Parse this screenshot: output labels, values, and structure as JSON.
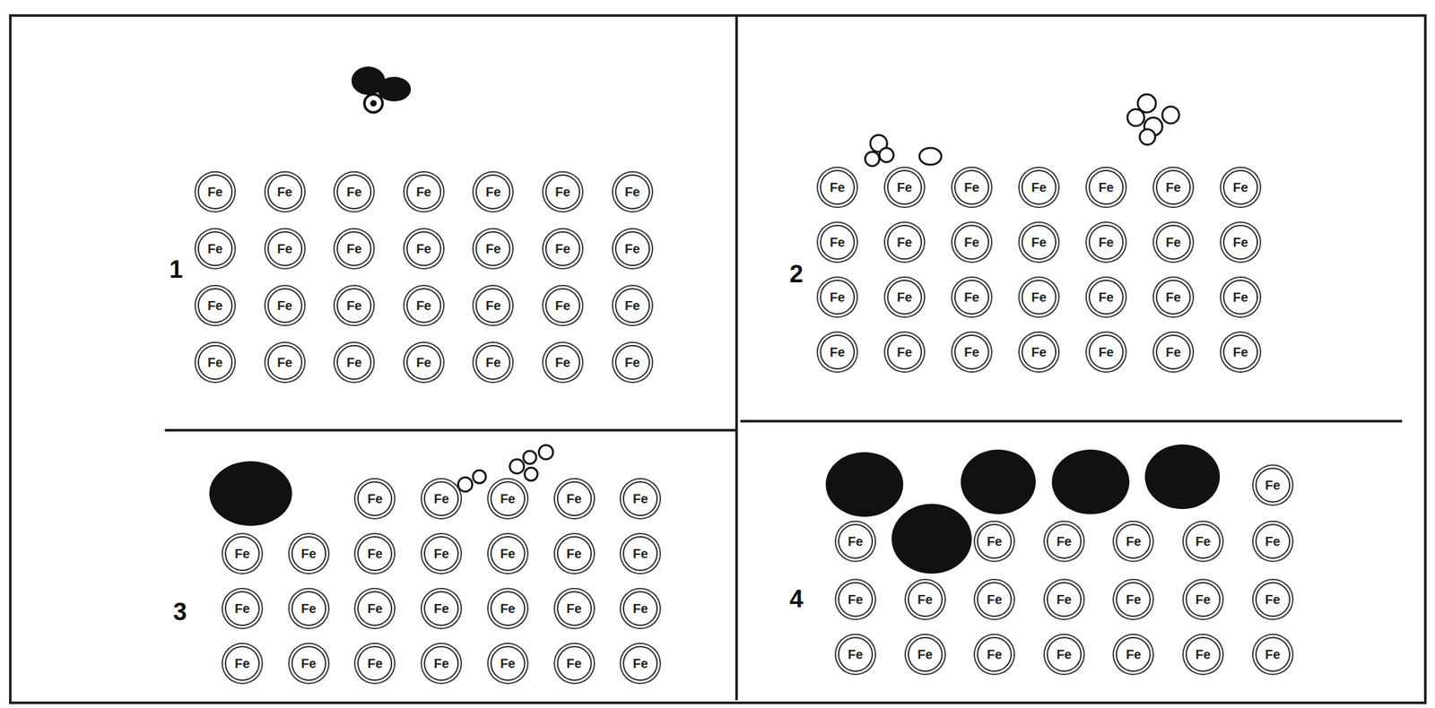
{
  "diagram": {
    "nodes": [
      {
        "text": [
          "Fe"
        ]
      },
      {
        "text": [
          "Fe"
        ]
      },
      {
        "text": [
          "Fe"
        ]
      },
      {
        "text": [
          "Fe"
        ]
      },
      {
        "text": [
          "Fe"
        ]
      },
      {
        "text": [
          "Fe"
        ]
      },
      {
        "text": [
          "Fe"
        ]
      },
      {
        "text": [
          "Fe"
        ]
      },
      {
        "text": [
          "Fe"
        ]
      },
      {
        "text": [
          "Fe"
        ]
      },
      {
        "text": [
          "Fe"
        ]
      },
      {
        "text": [
          "Fe"
        ]
      },
      {
        "text": [
          "Fe"
        ]
      },
      {
        "text": [
          "Fe"
        ]
      },
      {
        "text": [
          "Fe"
        ]
      },
      {
        "text": [
          "Fe"
        ]
      },
      {
        "text": [
          "Fe"
        ]
      },
      {
        "text": [
          "Fe"
        ]
      },
      {
        "text": [
          "Fe"
        ]
      },
      {
        "text": [
          "Fe"
        ]
      },
      {
        "text": [
          "Fe"
        ]
      },
      {
        "text": [
          "Fe"
        ]
      },
      {
        "text": [
          "Fe"
        ]
      },
      {
        "text": [
          "Fe"
        ]
      },
      {
        "text": [
          "Fe"
        ]
      },
      {
        "text": [
          "Fe"
        ]
      },
      {
        "text": [
          "Fe"
        ]
      },
      {
        "text": [
          "Fe"
        ]
      },
      {
        "text": [
          "Fe"
        ]
      },
      {
        "text": [
          "Fe"
        ]
      },
      {
        "text": [
          "Fe"
        ]
      },
      {
        "text": [
          "Fe"
        ]
      },
      {
        "text": [
          "Fe"
        ]
      },
      {
        "text": [
          "Fe"
        ]
      },
      {
        "text": [
          "Fe"
        ]
      },
      {
        "text": [
          "Fe"
        ]
      },
      {
        "text": [
          "Fe"
        ]
      },
      {
        "text": [
          "Fe"
        ]
      },
      {
        "text": [
          "Fe"
        ]
      },
      {
        "text": [
          "Fe"
        ]
      },
      {
        "text": [
          "Fe"
        ]
      },
      {
        "text": [
          "Fe"
        ]
      },
      {
        "text": [
          "Fe"
        ]
      },
      {
        "text": [
          "Fe"
        ]
      },
      {
        "text": [
          "Fe"
        ]
      },
      {
        "text": [
          "Fe"
        ]
      },
      {
        "text": [
          "Fe"
        ]
      },
      {
        "text": [
          "Fe"
        ]
      },
      {
        "text": [
          "Fe"
        ]
      },
      {
        "text": [
          "Fe"
        ]
      },
      {
        "text": [
          "Fe"
        ]
      },
      {
        "text": [
          "Fe"
        ]
      },
      {
        "text": [
          "Fe"
        ]
      },
      {
        "text": [
          "Fe"
        ]
      },
      {
        "text": [
          "Fe"
        ]
      },
      {
        "text": [
          "Fe"
        ]
      },
      {
        "text": [
          "Fe"
        ]
      },
      {
        "text": [
          "Fe"
        ]
      },
      {
        "text": [
          "Fe"
        ]
      },
      {
        "text": [
          "Fe"
        ]
      },
      {
        "text": [
          "Fe"
        ]
      },
      {
        "text": [
          "Fe"
        ]
      },
      {
        "text": [
          "Fe"
        ]
      },
      {
        "text": [
          "Fe"
        ]
      },
      {
        "text": [
          "Fe"
        ]
      },
      {
        "text": [
          "Fe"
        ]
      },
      {
        "text": [
          "Fe"
        ]
      },
      {
        "text": [
          "Fe"
        ]
      },
      {
        "text": [
          "Fe"
        ]
      },
      {
        "text": [
          "Fe"
        ]
      },
      {
        "text": [
          "Fe"
        ]
      },
      {
        "text": [
          "Fe"
        ]
      },
      {
        "text": [
          "Fe"
        ]
      },
      {
        "text": [
          "Fe"
        ]
      },
      {
        "text": [
          "Fe"
        ]
      },
      {
        "text": [
          "Fe"
        ]
      },
      {
        "text": [
          "Fe"
        ]
      },
      {
        "text": [
          "Fe"
        ]
      },
      {
        "text": [
          "Fe"
        ]
      },
      {
        "text": [
          "Fe"
        ]
      },
      {
        "text": [
          "Fe"
        ]
      },
      {
        "text": [
          "Fe"
        ]
      },
      {
        "text": [
          "Fe"
        ]
      },
      {
        "text": [
          "Fe"
        ]
      },
      {
        "text": [
          "Fe"
        ]
      },
      {
        "text": [
          "Fe"
        ]
      },
      {
        "text": [
          "Fe"
        ]
      },
      {
        "text": [
          "Fe"
        ]
      },
      {
        "text": [
          "Fe"
        ]
      },
      {
        "text": [
          "Fe"
        ]
      },
      {
        "text": [
          "Fe"
        ]
      },
      {
        "text": [
          "Fe"
        ]
      },
      {
        "text": [
          "Fe"
        ]
      },
      {
        "text": [
          "Fe"
        ]
      },
      {
        "text": [
          "Fe"
        ]
      },
      {
        "text": [
          "Fe"
        ]
      },
      {
        "text": [
          "Fe"
        ]
      },
      {
        "text": [
          "Fe"
        ]
      },
      {
        "text": [
          "Fe"
        ]
      },
      {
        "text": [
          "Fe"
        ]
      },
      {
        "text": [
          "Fe"
        ]
      },
      {
        "text": [
          "Fe"
        ]
      },
      {
        "text": [
          "Fe"
        ]
      }
    ],
    "labels": [
      "1",
      "2",
      "3",
      "4"
    ]
  }
}
